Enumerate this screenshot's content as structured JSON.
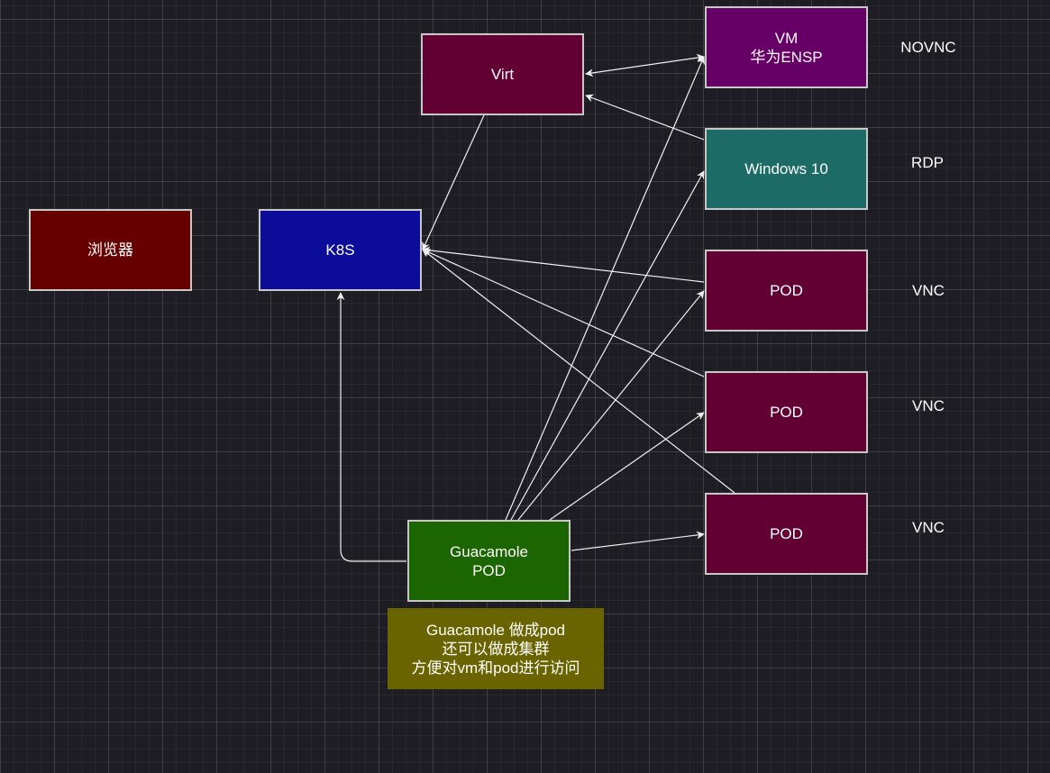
{
  "nodes": {
    "browser": {
      "label": "浏览器",
      "color": "#660000"
    },
    "k8s": {
      "label": "K8S",
      "color": "#0c0c9a"
    },
    "virt": {
      "label": "Virt",
      "color": "#620033"
    },
    "vm": {
      "label": "VM\n华为ENSP",
      "color": "#660066"
    },
    "windows10": {
      "label": "Windows 10",
      "color": "#1d6b67"
    },
    "pod1": {
      "label": "POD",
      "color": "#620033"
    },
    "pod2": {
      "label": "POD",
      "color": "#620033"
    },
    "pod3": {
      "label": "POD",
      "color": "#620033"
    },
    "guacamole": {
      "label": "Guacamole\nPOD",
      "color": "#1b6600"
    }
  },
  "protocols": {
    "vm": "NOVNC",
    "windows10": "RDP",
    "pod1": "VNC",
    "pod2": "VNC",
    "pod3": "VNC"
  },
  "note": {
    "text": "Guacamole 做成pod\n还可以做成集群\n方便对vm和pod进行访问",
    "color": "#6a6400"
  },
  "edges": [
    {
      "from": "virt",
      "to": "vm",
      "direction": "both"
    },
    {
      "from": "windows10",
      "to": "virt",
      "direction": "forward"
    },
    {
      "from": "virt",
      "to": "k8s",
      "direction": "forward"
    },
    {
      "from": "pod1",
      "to": "k8s",
      "direction": "forward"
    },
    {
      "from": "pod2",
      "to": "k8s",
      "direction": "forward"
    },
    {
      "from": "pod3",
      "to": "k8s",
      "direction": "forward"
    },
    {
      "from": "guacamole",
      "to": "k8s",
      "direction": "forward"
    },
    {
      "from": "guacamole",
      "to": "vm",
      "direction": "forward"
    },
    {
      "from": "guacamole",
      "to": "windows10",
      "direction": "forward"
    },
    {
      "from": "guacamole",
      "to": "pod1",
      "direction": "forward"
    },
    {
      "from": "guacamole",
      "to": "pod2",
      "direction": "forward"
    },
    {
      "from": "guacamole",
      "to": "pod3",
      "direction": "forward"
    }
  ]
}
